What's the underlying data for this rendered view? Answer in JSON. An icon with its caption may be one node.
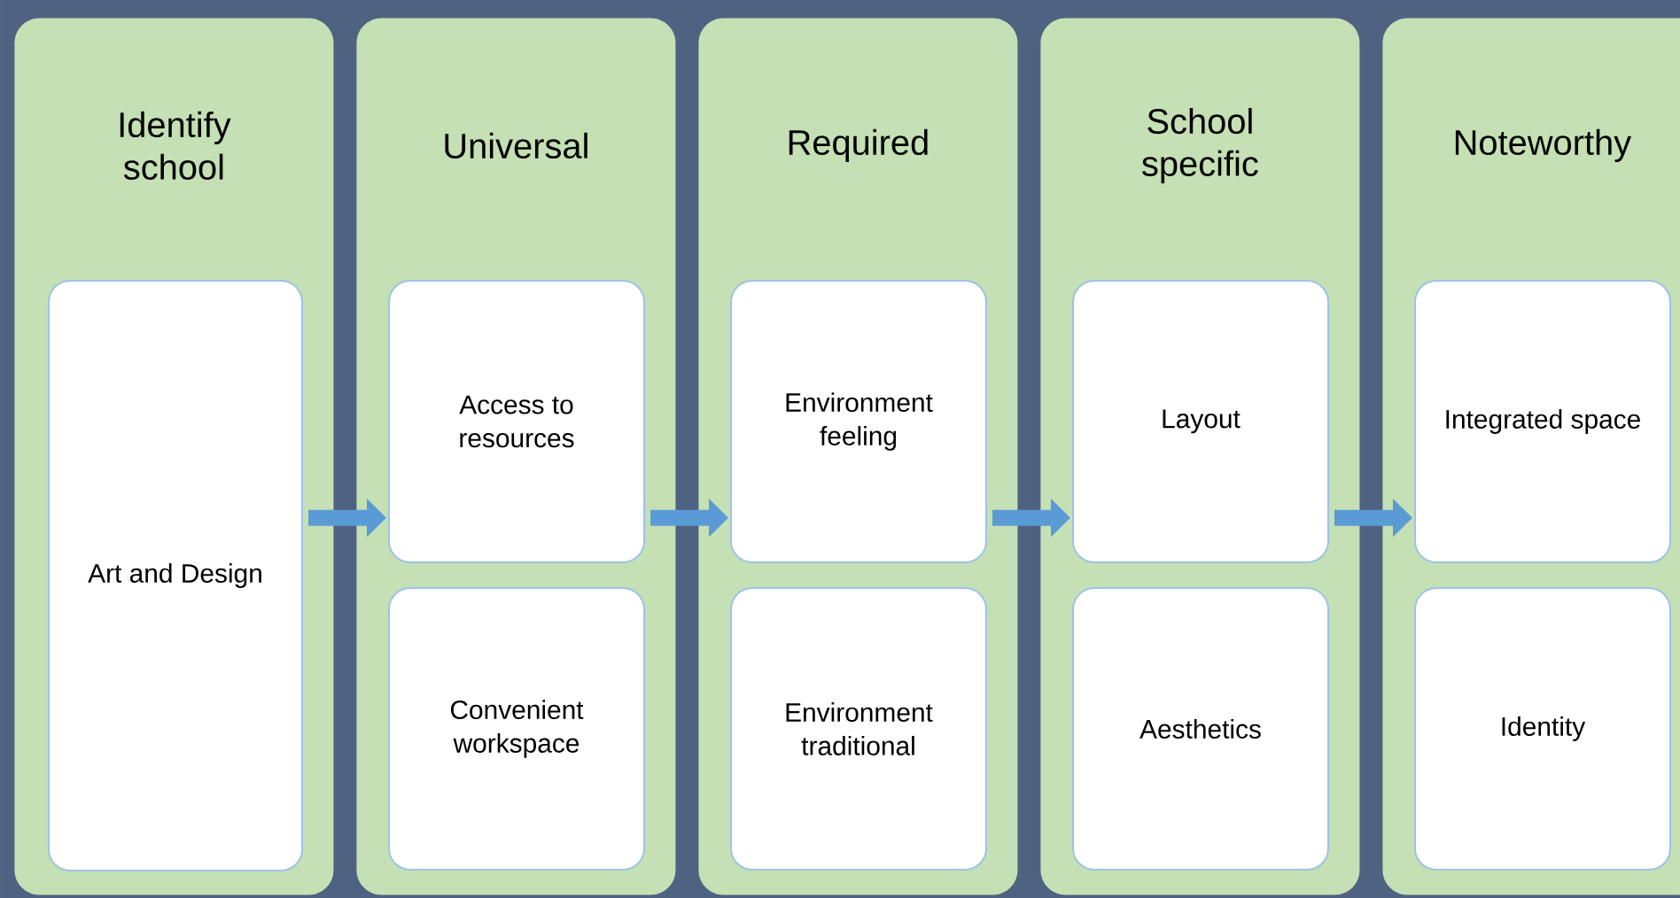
{
  "diagram": {
    "nodes": [
      {
        "text": [
          "Identify school"
        ]
      },
      {
        "text": [
          "Art and Design"
        ],
        "in": 0
      },
      {
        "text": [
          "Universal"
        ]
      },
      {
        "text": [
          "Access to resources"
        ],
        "in": 2
      },
      {
        "text": [
          "Convenient workspace"
        ],
        "in": 2
      },
      {
        "text": [
          "Required"
        ]
      },
      {
        "text": [
          "Environment feeling"
        ],
        "in": 5
      },
      {
        "text": [
          "Environment traditional"
        ],
        "in": 5
      },
      {
        "text": [
          "School specific"
        ]
      },
      {
        "text": [
          "Layout"
        ],
        "in": 8
      },
      {
        "text": [
          "Aesthetics"
        ],
        "in": 8
      },
      {
        "text": [
          "Noteworthy"
        ]
      },
      {
        "text": [
          "Integrated space"
        ],
        "in": 11
      },
      {
        "text": [
          "Identity"
        ],
        "in": 11
      }
    ],
    "edges": [
      {
        "from": 1,
        "to": 3,
        "arrow": "to"
      },
      {
        "from": 3,
        "to": 6,
        "arrow": "to"
      },
      {
        "from": 6,
        "to": 9,
        "arrow": "to"
      },
      {
        "from": 9,
        "to": 12,
        "arrow": "to"
      }
    ]
  }
}
